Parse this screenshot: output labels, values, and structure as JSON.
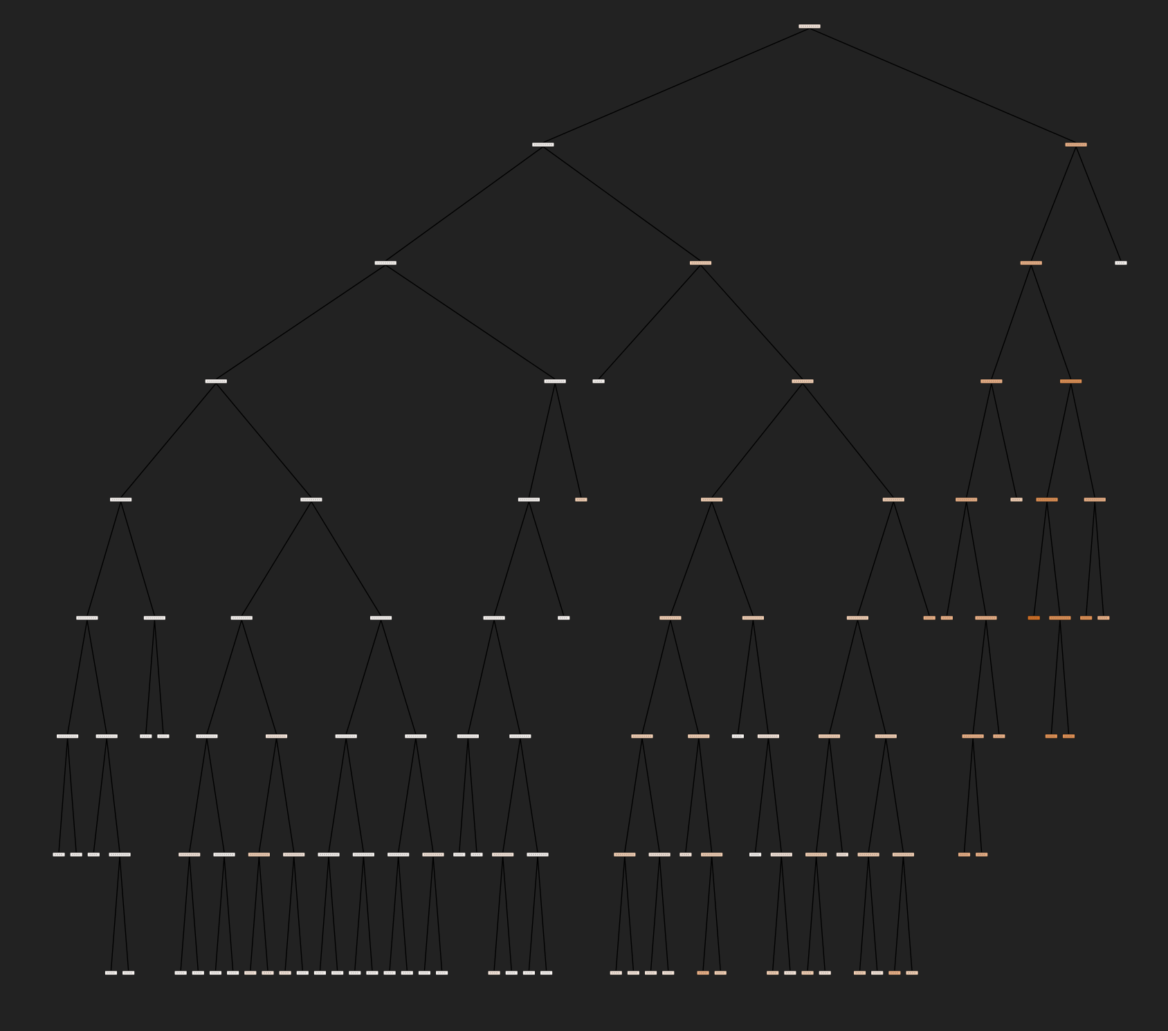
{
  "figure": {
    "background": "#222222",
    "edge_color": "#000000",
    "node_colors": {
      "white": "#f6f2ef",
      "very_light": "#f4e4d9",
      "light": "#f0cdb2",
      "medium": "#e8ae84",
      "dark": "#dd8e52",
      "darkest": "#cf6d23"
    }
  },
  "tree": {
    "c": "very_light",
    "k": [
      {
        "c": "white",
        "k": [
          {
            "c": "white",
            "k": [
              {
                "c": "white",
                "k": [
                  {
                    "c": "white",
                    "k": [
                      {
                        "c": "white",
                        "k": [
                          {
                            "c": "white",
                            "k": [
                              {
                                "c": "white"
                              },
                              {
                                "c": "white"
                              }
                            ]
                          },
                          {
                            "c": "white",
                            "k": [
                              {
                                "c": "white"
                              },
                              {
                                "c": "white",
                                "k": [
                                  {
                                    "c": "white"
                                  },
                                  {
                                    "c": "white"
                                  }
                                ]
                              }
                            ]
                          }
                        ]
                      },
                      {
                        "c": "white",
                        "k": [
                          {
                            "c": "white"
                          },
                          {
                            "c": "white"
                          }
                        ]
                      }
                    ]
                  },
                  {
                    "c": "white",
                    "k": [
                      {
                        "c": "white",
                        "k": [
                          {
                            "c": "white",
                            "k": [
                              {
                                "c": "very_light",
                                "k": [
                                  {
                                    "c": "white"
                                  },
                                  {
                                    "c": "white"
                                  }
                                ]
                              },
                              {
                                "c": "white",
                                "k": [
                                  {
                                    "c": "white"
                                  },
                                  {
                                    "c": "white"
                                  }
                                ]
                              }
                            ]
                          },
                          {
                            "c": "very_light",
                            "k": [
                              {
                                "c": "light",
                                "k": [
                                  {
                                    "c": "very_light"
                                  },
                                  {
                                    "c": "very_light"
                                  }
                                ]
                              },
                              {
                                "c": "very_light",
                                "k": [
                                  {
                                    "c": "very_light"
                                  },
                                  {
                                    "c": "white"
                                  }
                                ]
                              }
                            ]
                          }
                        ]
                      },
                      {
                        "c": "white",
                        "k": [
                          {
                            "c": "white",
                            "k": [
                              {
                                "c": "white",
                                "k": [
                                  {
                                    "c": "white"
                                  },
                                  {
                                    "c": "white"
                                  }
                                ]
                              },
                              {
                                "c": "white",
                                "k": [
                                  {
                                    "c": "white"
                                  },
                                  {
                                    "c": "white"
                                  }
                                ]
                              }
                            ]
                          },
                          {
                            "c": "white",
                            "k": [
                              {
                                "c": "white",
                                "k": [
                                  {
                                    "c": "white"
                                  },
                                  {
                                    "c": "white"
                                  }
                                ]
                              },
                              {
                                "c": "very_light",
                                "k": [
                                  {
                                    "c": "white"
                                  },
                                  {
                                    "c": "white"
                                  }
                                ]
                              }
                            ]
                          }
                        ]
                      }
                    ]
                  }
                ]
              },
              {
                "c": "white",
                "k": [
                  {
                    "c": "white",
                    "k": [
                      {
                        "c": "white",
                        "k": [
                          {
                            "c": "white",
                            "k": [
                              {
                                "c": "white"
                              },
                              {
                                "c": "white"
                              }
                            ]
                          },
                          {
                            "c": "white",
                            "k": [
                              {
                                "c": "very_light",
                                "k": [
                                  {
                                    "c": "very_light"
                                  },
                                  {
                                    "c": "white"
                                  }
                                ]
                              },
                              {
                                "c": "white",
                                "k": [
                                  {
                                    "c": "white"
                                  },
                                  {
                                    "c": "white"
                                  }
                                ]
                              }
                            ]
                          }
                        ]
                      },
                      {
                        "c": "white"
                      }
                    ]
                  },
                  {
                    "c": "light"
                  }
                ]
              }
            ]
          },
          {
            "c": "light",
            "k": [
              {
                "c": "white"
              },
              {
                "c": "light",
                "k": [
                  {
                    "c": "light",
                    "k": [
                      {
                        "c": "light",
                        "k": [
                          {
                            "c": "light",
                            "k": [
                              {
                                "c": "light",
                                "k": [
                                  {
                                    "c": "very_light"
                                  },
                                  {
                                    "c": "very_light"
                                  }
                                ]
                              },
                              {
                                "c": "very_light",
                                "k": [
                                  {
                                    "c": "very_light"
                                  },
                                  {
                                    "c": "very_light"
                                  }
                                ]
                              }
                            ]
                          },
                          {
                            "c": "light",
                            "k": [
                              {
                                "c": "very_light"
                              },
                              {
                                "c": "light",
                                "k": [
                                  {
                                    "c": "medium"
                                  },
                                  {
                                    "c": "light"
                                  }
                                ]
                              }
                            ]
                          }
                        ]
                      },
                      {
                        "c": "light",
                        "k": [
                          {
                            "c": "white"
                          },
                          {
                            "c": "very_light",
                            "k": [
                              {
                                "c": "white"
                              },
                              {
                                "c": "very_light",
                                "k": [
                                  {
                                    "c": "light"
                                  },
                                  {
                                    "c": "very_light"
                                  }
                                ]
                              }
                            ]
                          }
                        ]
                      }
                    ]
                  },
                  {
                    "c": "light",
                    "k": [
                      {
                        "c": "light",
                        "k": [
                          {
                            "c": "light",
                            "k": [
                              {
                                "c": "light",
                                "k": [
                                  {
                                    "c": "light"
                                  },
                                  {
                                    "c": "very_light"
                                  }
                                ]
                              },
                              {
                                "c": "very_light"
                              }
                            ]
                          },
                          {
                            "c": "light",
                            "k": [
                              {
                                "c": "light",
                                "k": [
                                  {
                                    "c": "light"
                                  },
                                  {
                                    "c": "very_light"
                                  }
                                ]
                              },
                              {
                                "c": "light",
                                "k": [
                                  {
                                    "c": "medium"
                                  },
                                  {
                                    "c": "light"
                                  }
                                ]
                              }
                            ]
                          }
                        ]
                      },
                      {
                        "c": "medium"
                      }
                    ]
                  }
                ]
              }
            ]
          }
        ]
      },
      {
        "c": "medium",
        "k": [
          {
            "c": "medium",
            "k": [
              {
                "c": "medium",
                "k": [
                  {
                    "c": "medium",
                    "k": [
                      {
                        "c": "medium"
                      },
                      {
                        "c": "medium",
                        "k": [
                          {
                            "c": "medium",
                            "k": [
                              {
                                "c": "medium"
                              },
                              {
                                "c": "medium"
                              }
                            ]
                          },
                          {
                            "c": "medium"
                          }
                        ]
                      }
                    ]
                  },
                  {
                    "c": "light"
                  }
                ]
              },
              {
                "c": "dark",
                "k": [
                  {
                    "c": "dark",
                    "k": [
                      {
                        "c": "darkest"
                      },
                      {
                        "c": "dark",
                        "k": [
                          {
                            "c": "dark"
                          },
                          {
                            "c": "dark"
                          }
                        ]
                      }
                    ]
                  },
                  {
                    "c": "medium",
                    "k": [
                      {
                        "c": "dark"
                      },
                      {
                        "c": "medium"
                      }
                    ]
                  }
                ]
              }
            ]
          },
          {
            "c": "white"
          }
        ]
      }
    ]
  }
}
